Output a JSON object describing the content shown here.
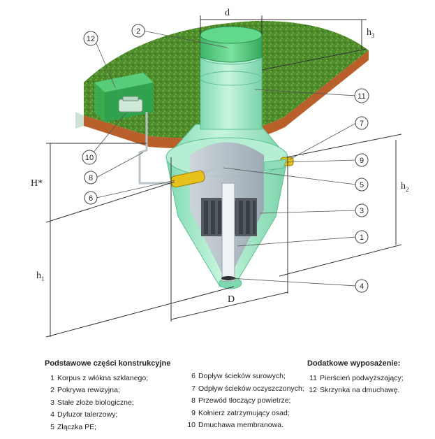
{
  "dimensions": {
    "d": "d",
    "h3": "h",
    "h3_sub": "3",
    "h_star": "H*",
    "h1": "h",
    "h1_sub": "1",
    "h2": "h",
    "h2_sub": "2",
    "D": "D"
  },
  "callouts": [
    "1",
    "2",
    "3",
    "4",
    "5",
    "6",
    "7",
    "8",
    "9",
    "10",
    "11",
    "12"
  ],
  "legend": {
    "basic_title": "Podstawowe części konstrukcyjne",
    "basic_items": [
      {
        "num": "1",
        "label": "Korpus z włókna szklanego;"
      },
      {
        "num": "2",
        "label": "Pokrywa rewizyjna;"
      },
      {
        "num": "3",
        "label": "Stałe złoże biologiczne;"
      },
      {
        "num": "4",
        "label": "Dyfuzor talerzowy;"
      },
      {
        "num": "5",
        "label": "Złączka PE;"
      }
    ],
    "basic_items_2": [
      {
        "num": "6",
        "label": "Dopływ ścieków surowych;"
      },
      {
        "num": "7",
        "label": "Odpływ ścieków oczyszczonych;"
      },
      {
        "num": "8",
        "label": "Przewód tłoczący powietrze;"
      },
      {
        "num": "9",
        "label": "Kołnierz zatrzymujący osad;"
      },
      {
        "num": "10",
        "label": "Dmuchawa membranowa."
      }
    ],
    "extra_title": "Dodatkowe wyposażenie:",
    "extra_items": [
      {
        "num": "11",
        "label": "Pierścień podwyższający;"
      },
      {
        "num": "12",
        "label": "Skrzynka na dmuchawę."
      }
    ]
  },
  "colors": {
    "grass": "#4f8a2c",
    "soil": "#b9602a",
    "tank": "#9fe8c8",
    "lid": "#49c477",
    "box": "#2fae54",
    "pipe_yellow": "#e8c21c"
  }
}
